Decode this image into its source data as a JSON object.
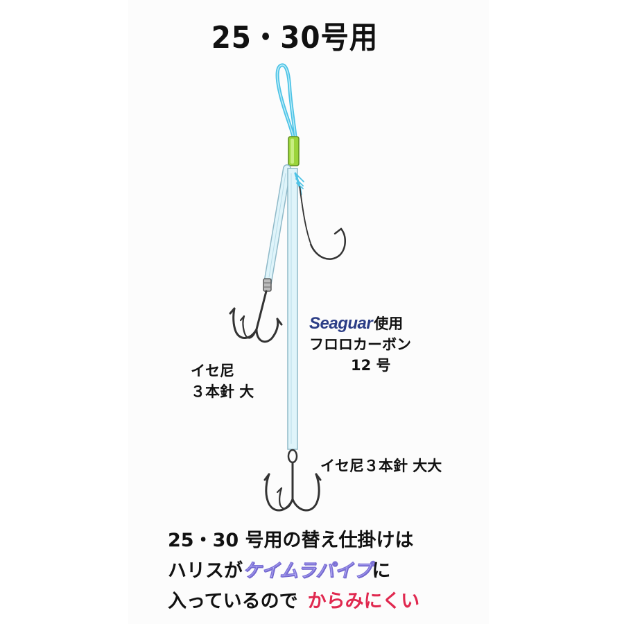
{
  "title": "25・30号用",
  "line_label": {
    "brand": "Seaguar",
    "line1_rest": "使用",
    "line2": "フロロカーボン",
    "line3": "12 号"
  },
  "hook_small": {
    "line1": "イセ尼",
    "line2": "３本針 大"
  },
  "hook_large": {
    "label": "イセ尼３本針 大大"
  },
  "caption": {
    "l1": "25・30 号用の替え仕掛けは",
    "l2a": "ハリスが",
    "l2b": "ケイムラパイプ",
    "l2c": "に",
    "l3a": "入っているので",
    "l3b": "からみにくい"
  },
  "colors": {
    "loop": "#4ec3e6",
    "sleeve": "#9bd43a",
    "pipe": "#d8f2f9",
    "pipe_edge": "#8fb9c8",
    "hook": "#333333",
    "highlight_purple": "#c3bdfb",
    "highlight_red": "#e0284f"
  }
}
